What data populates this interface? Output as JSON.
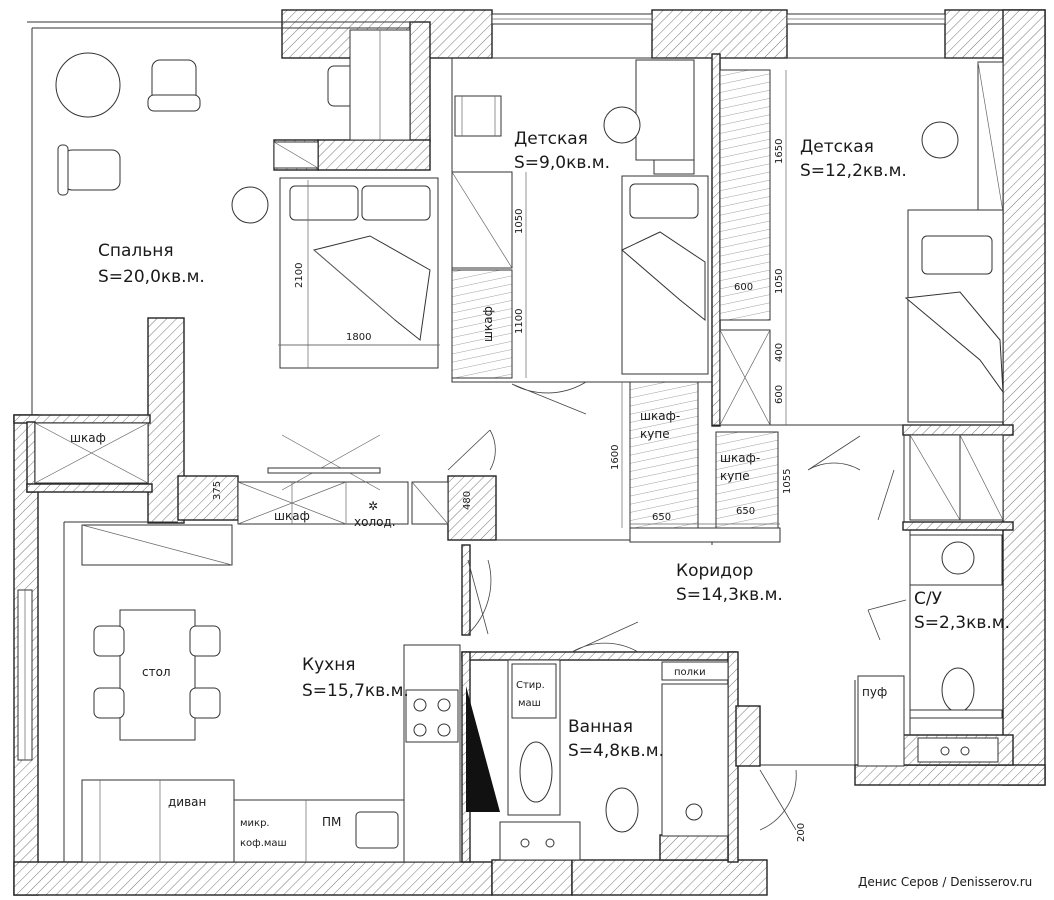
{
  "rooms": {
    "bedroom": {
      "name": "Спальня",
      "area": "S=20,0кв.м."
    },
    "kids1": {
      "name": "Детская",
      "area": "S=9,0кв.м."
    },
    "kids2": {
      "name": "Детская",
      "area": "S=12,2кв.м."
    },
    "kitchen": {
      "name": "Кухня",
      "area": "S=15,7кв.м."
    },
    "corridor": {
      "name": "Коридор",
      "area": "S=14,3кв.м."
    },
    "bath": {
      "name": "Ванная",
      "area": "S=4,8кв.м."
    },
    "wc": {
      "name": "С/У",
      "area": "S=2,3кв.м."
    }
  },
  "labels": {
    "bedroom_wardrobe": "шкаф",
    "kids_wardrobe": "шкаф",
    "kitchen_cabinet": "шкаф",
    "fridge": "холод.",
    "wardrobe1_line1": "шкаф-",
    "wardrobe1_line2": "купе",
    "wardrobe2_line1": "шкаф-",
    "wardrobe2_line2": "купе",
    "table": "стол",
    "sofa": "диван",
    "micro_line1": "микр.",
    "micro_line2": "коф.маш",
    "dishwasher": "ПМ",
    "washer_line1": "Стир.",
    "washer_line2": "маш",
    "shelves": "полки",
    "pouf": "пуф"
  },
  "dimensions": {
    "bed_width": "1800",
    "bed_length": "2100",
    "d1050_a": "1050",
    "d1100": "1100",
    "d1650": "1650",
    "d1050_b": "1050",
    "d600_a": "600",
    "d400": "400",
    "d600_b": "600",
    "d1600": "1600",
    "d650_a": "650",
    "d650_b": "650",
    "d1055": "1055",
    "d375": "375",
    "d480": "480",
    "d200": "200"
  },
  "credit": "Денис Серов / Denisserov.ru"
}
